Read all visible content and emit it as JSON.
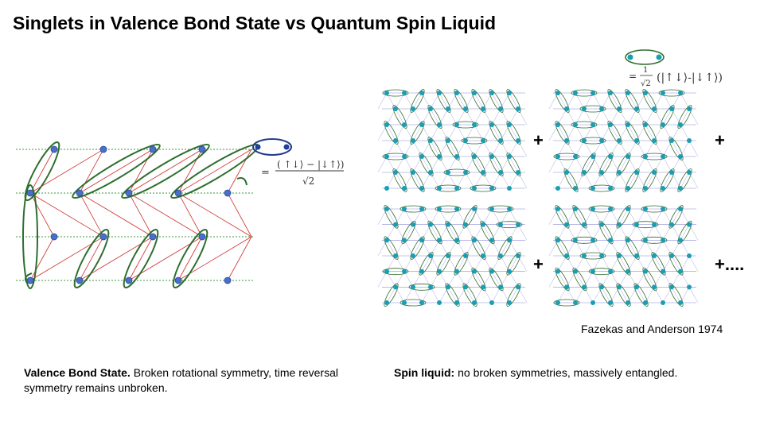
{
  "title": "Singlets in Valence Bond State vs Quantum Spin Liquid",
  "vbs_singlet_equation": {
    "equals": "=",
    "numerator": "( ↑↓⟩ − |↓↑⟩)",
    "denominator": "√2"
  },
  "qsl_singlet_equation": {
    "equals": "=",
    "fraction_numerator": "1",
    "fraction_denominator": "√2",
    "expression": "(|↑↓⟩-|↓↑⟩)"
  },
  "plus_signs": [
    "+",
    "+",
    "+",
    "+...."
  ],
  "citation": "Fazekas and Anderson 1974",
  "captions": {
    "vbs": {
      "heading": "Valence Bond State.",
      "text": " Broken rotational symmetry, time reversal symmetry remains unbroken."
    },
    "qsl": {
      "heading": "Spin liquid:",
      "text": "  no broken symmetries, massively entangled."
    }
  },
  "colors": {
    "bond_lines": "#d03030",
    "grid_lines": "#3a9a3a",
    "singlet_ellipse": "#2e6e2e",
    "spin_vbs": "#4a6fc8",
    "spin_qsl": "#1b9db5",
    "mini_grid": "#8e8ed8"
  }
}
